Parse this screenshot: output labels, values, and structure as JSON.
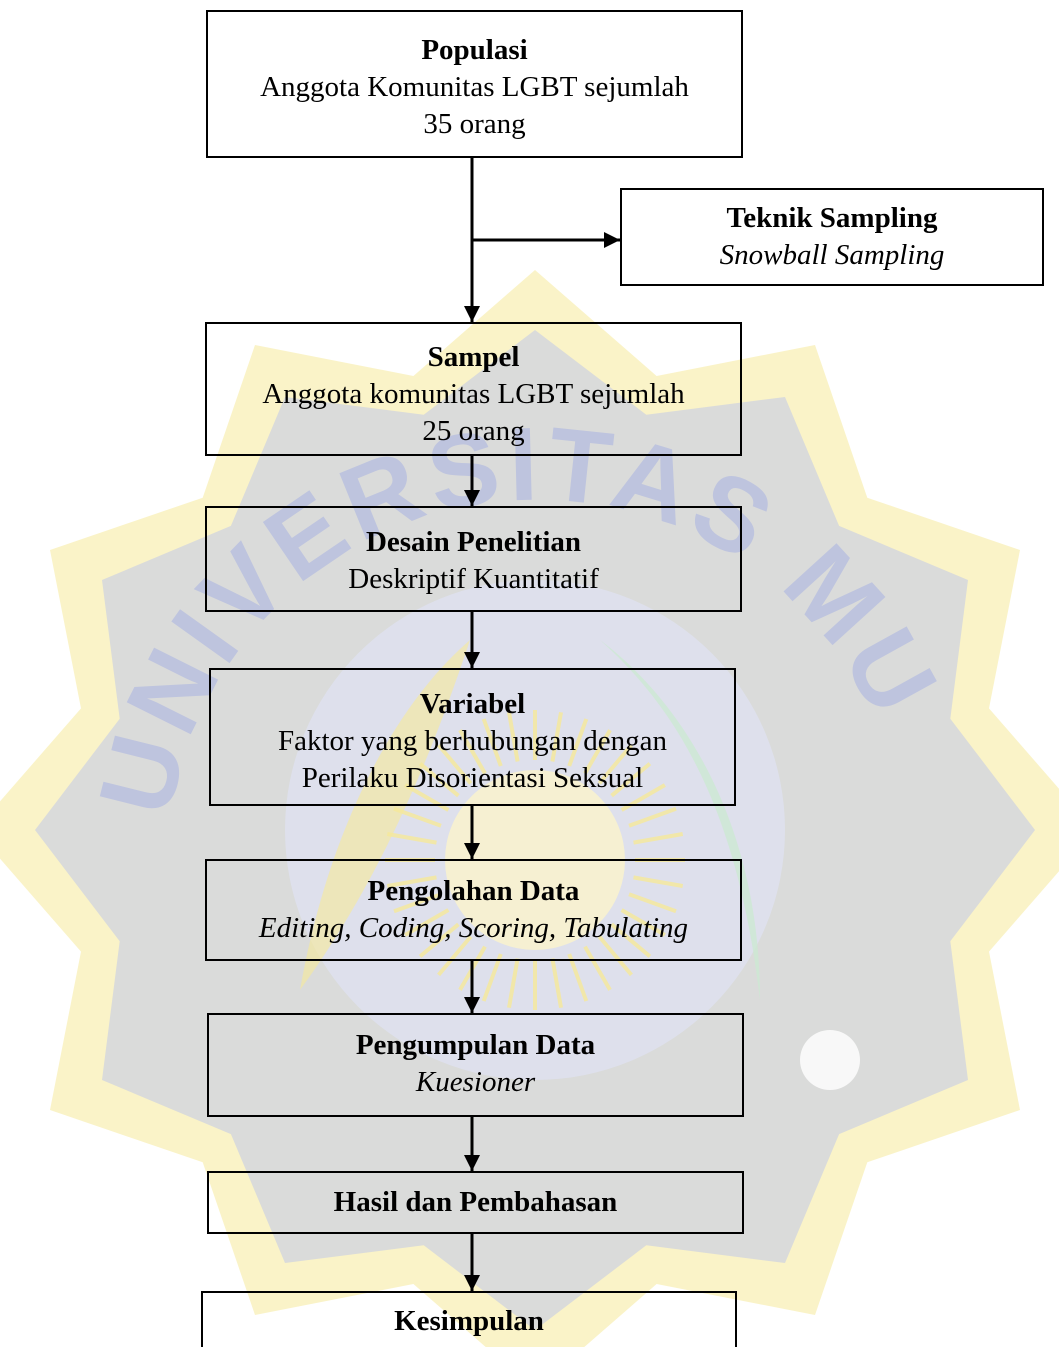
{
  "colors": {
    "line": "#000000",
    "watermark_blue": "#c5cbe6",
    "watermark_yellow": "#f6e99a",
    "watermark_green": "#cbe9d2"
  },
  "watermark": {
    "lettering": "UNIVERSITAS MUHAMMADIYAH SURABAYA",
    "icon": "university-seal"
  },
  "nodes": {
    "populasi": {
      "title": "Populasi",
      "lines": [
        "Anggota Komunitas LGBT sejumlah",
        "35 orang"
      ]
    },
    "teknik": {
      "title": "Teknik Sampling",
      "lines": [
        "Snowball Sampling"
      ]
    },
    "sampel": {
      "title": "Sampel",
      "lines": [
        "Anggota komunitas LGBT sejumlah",
        "25 orang"
      ]
    },
    "desain": {
      "title": "Desain Penelitian",
      "lines": [
        "Deskriptif Kuantitatif"
      ]
    },
    "variabel": {
      "title": "Variabel",
      "lines": [
        "Faktor yang berhubungan dengan",
        "Perilaku Disorientasi Seksual"
      ]
    },
    "pengolahan": {
      "title": "Pengolahan Data",
      "lines": [
        "Editing, Coding, Scoring, Tabulating"
      ]
    },
    "pengumpulan": {
      "title": "Pengumpulan Data",
      "lines": [
        "Kuesioner"
      ]
    },
    "hasil": {
      "title": "Hasil dan Pembahasan",
      "lines": []
    },
    "kesimpulan": {
      "title": "Kesimpulan",
      "lines": []
    }
  }
}
